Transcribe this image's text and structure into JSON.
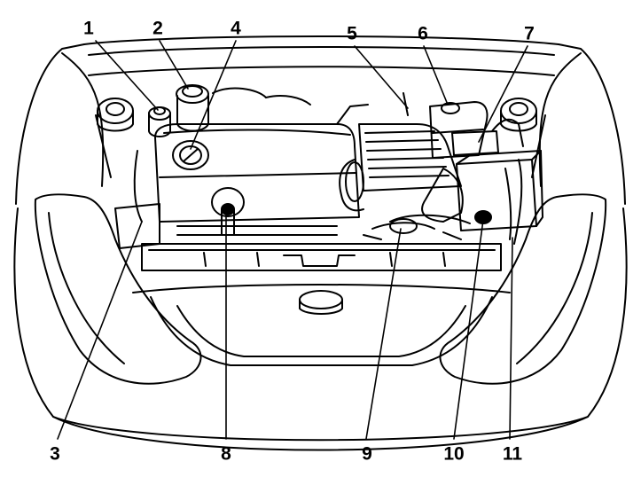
{
  "diagram": {
    "subject": "engine-compartment",
    "colors": {
      "ink": "#000000",
      "paper": "#ffffff"
    },
    "callouts": [
      {
        "id": "c1",
        "label": "1"
      },
      {
        "id": "c2",
        "label": "2"
      },
      {
        "id": "c3",
        "label": "3"
      },
      {
        "id": "c4",
        "label": "4"
      },
      {
        "id": "c5",
        "label": "5"
      },
      {
        "id": "c6",
        "label": "6"
      },
      {
        "id": "c7",
        "label": "7"
      },
      {
        "id": "c8",
        "label": "8"
      },
      {
        "id": "c9",
        "label": "9"
      },
      {
        "id": "c10",
        "label": "10"
      },
      {
        "id": "c11",
        "label": "11"
      }
    ]
  }
}
